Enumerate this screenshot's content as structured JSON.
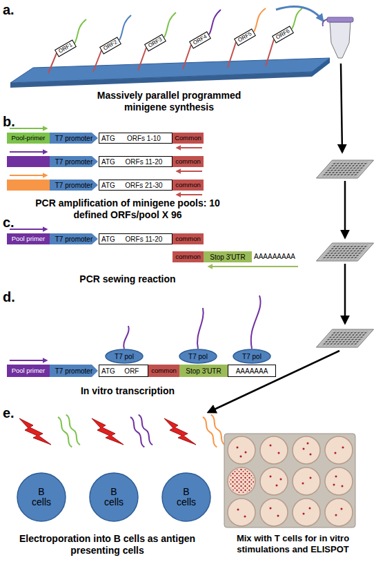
{
  "diagram": {
    "nodes": [
      {
        "text": [
          "ORF1"
        ]
      },
      {
        "text": [
          "ORF2"
        ]
      },
      {
        "text": [
          "ORF3"
        ]
      },
      {
        "text": [
          "ORF4"
        ]
      },
      {
        "text": [
          "ORF5"
        ]
      },
      {
        "text": [
          "ORF6"
        ]
      },
      {
        "text": [
          "Pool-primer"
        ]
      },
      {
        "text": [
          "T7 promoter"
        ]
      },
      {
        "text": [
          "ATG",
          "ORFs 1-10"
        ]
      },
      {
        "text": [
          "Common"
        ]
      },
      {
        "text": [
          "T7 promoter"
        ]
      },
      {
        "text": [
          "ATG",
          "ORFs 11-20"
        ]
      },
      {
        "text": [
          "common"
        ]
      },
      {
        "text": [
          "T7 promoter"
        ]
      },
      {
        "text": [
          "ATG",
          "ORFs 21-30"
        ]
      },
      {
        "text": [
          "common"
        ]
      },
      {
        "text": [
          "Pool primer"
        ]
      },
      {
        "text": [
          "T7 promoter"
        ]
      },
      {
        "text": [
          "ATG",
          "ORFs 11-20"
        ]
      },
      {
        "text": [
          "common"
        ]
      },
      {
        "text": [
          "common"
        ]
      },
      {
        "text": [
          "Stop 3'UTR"
        ]
      },
      {
        "text": [
          "T7 pol"
        ]
      },
      {
        "text": [
          "T7 pol"
        ]
      },
      {
        "text": [
          "T7 pol"
        ]
      },
      {
        "text": [
          "Pool primer"
        ]
      },
      {
        "text": [
          "T7 promoter"
        ]
      },
      {
        "text": [
          "ATG",
          "ORF"
        ]
      },
      {
        "text": [
          "common"
        ]
      },
      {
        "text": [
          "Stop 3'UTR"
        ]
      },
      {
        "text": [
          "AAAAAAA"
        ]
      },
      {
        "text": [
          "B cells"
        ]
      },
      {
        "text": [
          "B cells"
        ]
      },
      {
        "text": [
          "B cells"
        ]
      }
    ],
    "labels": [
      "a.",
      "Massively parallel programmed minigene synthesis",
      "b.",
      "PCR amplification of minigene pools: 10 defined ORFs/pool X 96",
      "c.",
      "AAAAAAAAA",
      "PCR sewing reaction",
      "d.",
      "In vitro transcription",
      "e.",
      "Electroporation into B cells as antigen presenting cells",
      "Mix with T cells for in vitro stimulations and ELISPOT"
    ]
  }
}
